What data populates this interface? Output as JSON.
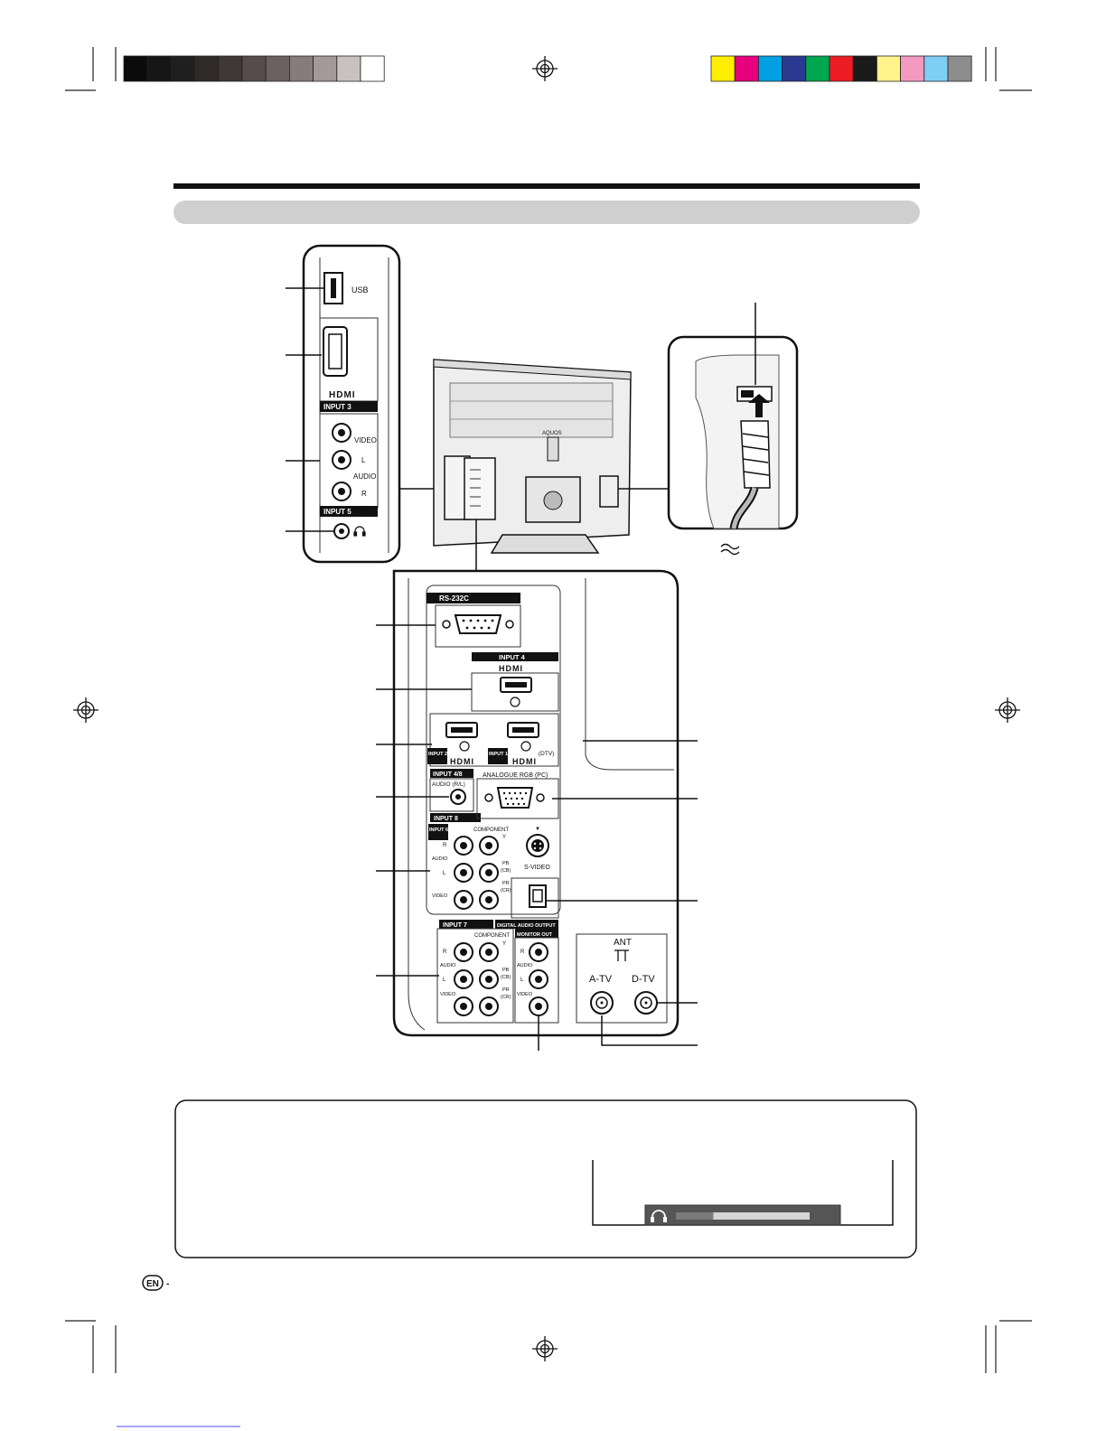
{
  "registration_colors": {
    "grayscale": [
      "#0b0b0b",
      "#161616",
      "#201f1f",
      "#2e2a2a",
      "#3f3837",
      "#564c4b",
      "#6b6160",
      "#857c7b",
      "#a39998",
      "#c9c1bf",
      "#ffffff"
    ],
    "process": [
      "#ffee00",
      "#e6007e",
      "#00a0e3",
      "#2b3990",
      "#00a650",
      "#ed1c24",
      "#1a1a1a",
      "#fff38c",
      "#f49ac1",
      "#7fcff4",
      "#8d8d8d"
    ]
  },
  "side_panel": {
    "usb_label": "USB",
    "hdmi_logo": "HDMI",
    "input3_label": "INPUT 3",
    "video_label": "VIDEO",
    "audio_l_label": "L",
    "audio_label": "AUDIO",
    "audio_r_label": "R",
    "input5_label": "INPUT 5",
    "headphone_icon": "headphone-icon"
  },
  "tv_rear": {
    "brand_label": "AQUOS"
  },
  "rear_panel": {
    "rs232c_label": "RS-232C",
    "input4_label": "INPUT 4",
    "input2_label": "INPUT 2",
    "input1_label": "INPUT 1",
    "dtv_label": "(DTV)",
    "hdmi_logo": "HDMI",
    "input48_label": "INPUT 4/8",
    "audio_rl_label": "AUDIO (R/L)",
    "analogue_rgb_label": "ANALOGUE RGB (PC)",
    "input8_label": "INPUT 8",
    "input6_label": "INPUT 6",
    "component_label": "COMPONENT",
    "y_label": "Y",
    "pb_label": "PB",
    "cb_label": "(CB)",
    "pr_label": "PR",
    "cr_label": "(CR)",
    "r_label": "R",
    "audio_label": "AUDIO",
    "l_label": "L",
    "video_label": "VIDEO",
    "svideo_label": "S-VIDEO",
    "input7_label": "INPUT 7",
    "digital_audio_output_label": "DIGITAL AUDIO OUTPUT",
    "monitor_out_label": "MONITOR OUT",
    "ant_label": "ANT",
    "atv_label": "A-TV",
    "dtv_ant_label": "D-TV"
  },
  "note_box": {
    "volume_bar_level": 0.28
  },
  "footer": {
    "language_badge": "EN",
    "dash": "-"
  }
}
